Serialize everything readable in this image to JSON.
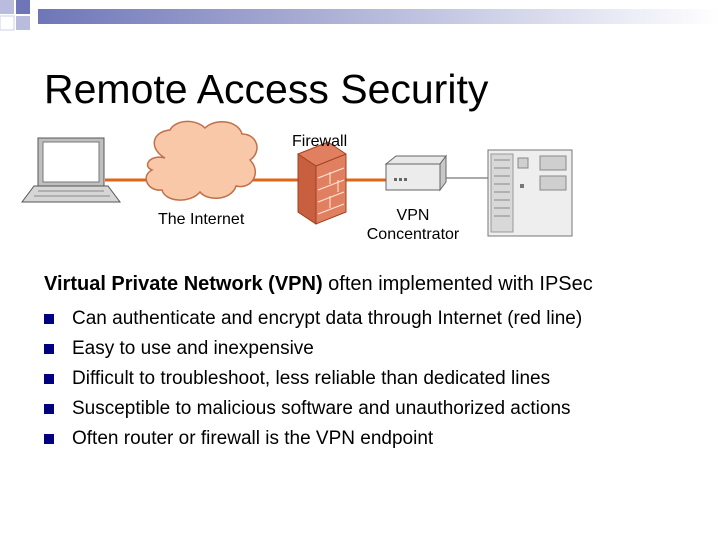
{
  "slide": {
    "title": "Remote Access Security"
  },
  "diagram": {
    "labels": {
      "firewall": "Firewall",
      "internet": "The Internet",
      "vpn_line1": "VPN",
      "vpn_line2": "Concentrator"
    },
    "icons": {
      "laptop": "laptop-icon",
      "cloud": "cloud-icon",
      "firewall": "firewall-brick-icon",
      "vpn": "vpn-concentrator-icon",
      "server": "server-tower-icon"
    },
    "colors": {
      "link_line": "#e0641a",
      "cloud_fill": "#f9c8a8",
      "firewall_fill": "#e08060"
    }
  },
  "body": {
    "main_point_bold": "Virtual Private Network (VPN)",
    "main_point_rest": " often implemented with IPSec",
    "bullets": [
      "Can authenticate and encrypt data through Internet (red line)",
      "Easy to use and inexpensive",
      "Difficult to troubleshoot, less reliable than dedicated lines",
      "Susceptible to malicious software and unauthorized actions",
      "Often router or firewall is the VPN endpoint"
    ],
    "bullet_color": "#000080"
  }
}
